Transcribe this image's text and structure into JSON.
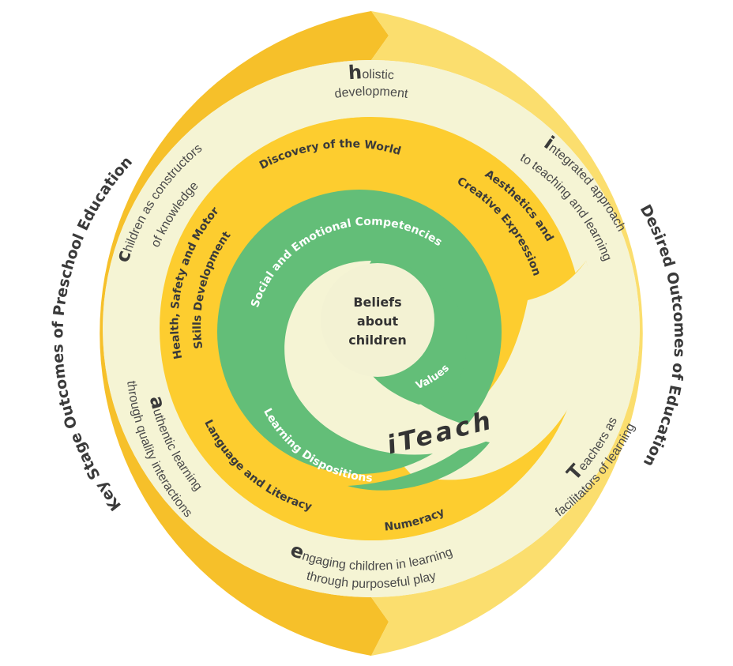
{
  "outer_ring": {
    "left_label": "Key Stage Outcomes of Preschool Education",
    "right_label": "Desired Outcomes of Education"
  },
  "principles": [
    {
      "initial": "h",
      "rest_line1": "olistic",
      "line2": "development"
    },
    {
      "initial": "i",
      "rest_line1": "ntegrated approach",
      "line2": "to teaching and learning"
    },
    {
      "initial": "T",
      "rest_line1": "eachers as",
      "line2": "facilitators of learning"
    },
    {
      "initial": "e",
      "rest_line1": "ngaging children in learning",
      "line2": "through purposeful play"
    },
    {
      "initial": "a",
      "rest_line1": "uthentic learning",
      "line2": "through quality interactions"
    },
    {
      "initial": "c",
      "rest_line1": "hildren as constructors",
      "line2": "of knowledge"
    }
  ],
  "learning_areas": {
    "discovery": "Discovery of the World",
    "aesthetics_line1": "Aesthetics and",
    "aesthetics_line2": "Creative Expression",
    "health_line1": "Health, Safety and Motor",
    "health_line2": "Skills Development",
    "language": "Language and Literacy",
    "numeracy": "Numeracy"
  },
  "spiral": {
    "social": "Social and Emotional Competencies",
    "dispositions": "Learning Dispositions",
    "values": "Values",
    "framework_name": "iTeach"
  },
  "center": {
    "line1": "Beliefs",
    "line2": "about",
    "line3": "children"
  },
  "colors": {
    "outer_left": "#f6c02a",
    "outer_right": "#fbde6e",
    "cream": "#f5f4d4",
    "domain_ring": "#fdcd2f",
    "green": "#63be78",
    "center": "#f3f2d3"
  }
}
